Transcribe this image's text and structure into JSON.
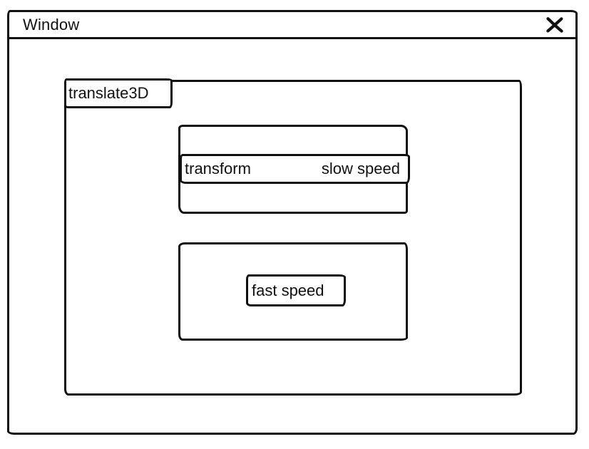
{
  "window": {
    "title": "Window"
  },
  "icons": {
    "close": "close-icon"
  },
  "panel": {
    "tab_label": "translate3D"
  },
  "transform_list": {
    "selected_row": {
      "left_label": "transform",
      "right_label": "slow speed"
    }
  },
  "speed_group": {
    "button_label": "fast speed"
  },
  "colors": {
    "stroke": "#111111",
    "background": "#ffffff"
  }
}
